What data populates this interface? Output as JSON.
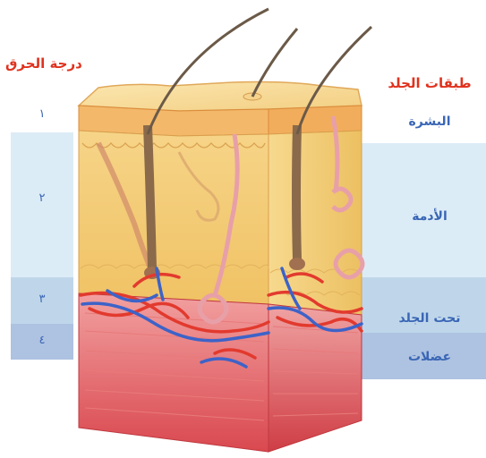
{
  "left_column": {
    "title": "درجة الحرق",
    "degrees": [
      "١",
      "٢",
      "٣",
      "٤"
    ]
  },
  "right_column": {
    "title": "طبقات الجلد",
    "layers": [
      "البشرة",
      "الأدمة",
      "تحت الجلد",
      "عضلات"
    ]
  },
  "colors": {
    "title": "#e0321e",
    "label": "#3a66b5",
    "epidermis_band": "#ffffff",
    "dermis_band": "#dcecf6",
    "subcutis_band": "#bfd6ea",
    "muscle_band": "#aec2e1"
  }
}
